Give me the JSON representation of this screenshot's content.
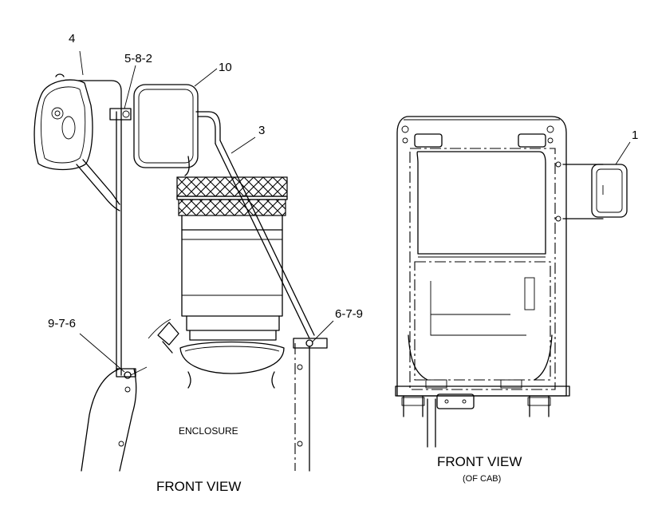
{
  "callouts": {
    "c4": "4",
    "c582": "5-8-2",
    "c10": "10",
    "c3": "3",
    "c1": "1",
    "c976": "9-7-6",
    "c679": "6-7-9"
  },
  "captions": {
    "enclosure": "ENCLOSURE",
    "front_view_left": "FRONT VIEW",
    "front_view_right": "FRONT VIEW",
    "of_cab": "(OF CAB)"
  }
}
